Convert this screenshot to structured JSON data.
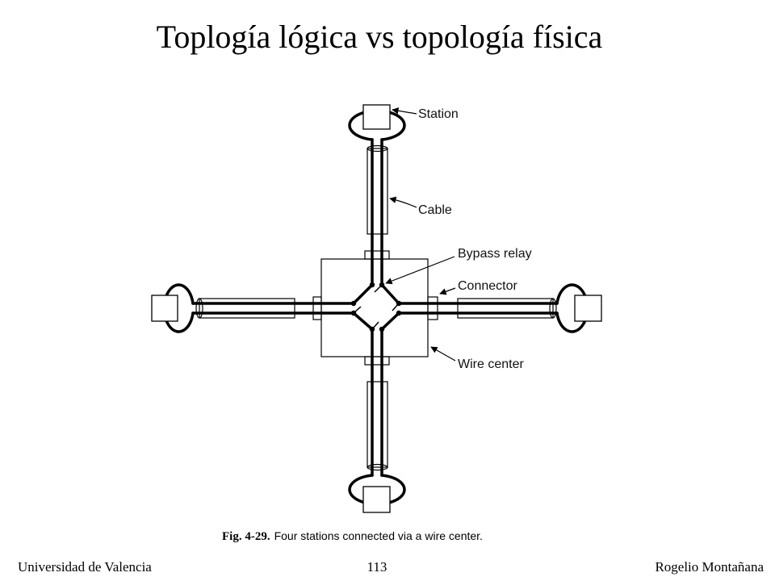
{
  "slide": {
    "title": "Toplogía lógica vs topología física"
  },
  "diagram": {
    "labels": {
      "station": "Station",
      "cable": "Cable",
      "bypass_relay": "Bypass relay",
      "connector": "Connector",
      "wire_center": "Wire center"
    }
  },
  "caption": {
    "figure_number": "Fig. 4-29.",
    "text": "Four stations connected via a wire center."
  },
  "footer": {
    "institution": "Universidad de Valencia",
    "page_number": "113",
    "author": "Rogelio Montañana"
  }
}
